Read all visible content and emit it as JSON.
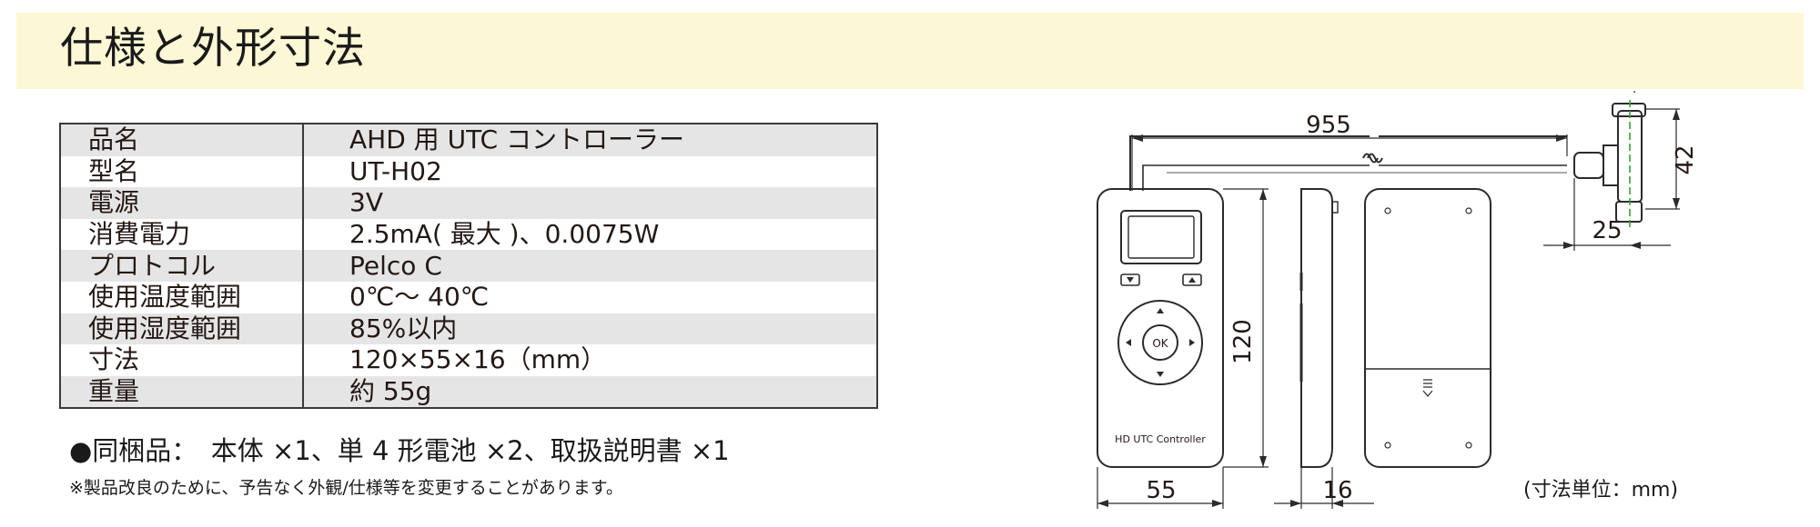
{
  "title": "仕様と外形寸法",
  "specs": [
    {
      "label": "品名",
      "value": "AHD 用 UTC コントローラー"
    },
    {
      "label": "型名",
      "value": "UT-H02"
    },
    {
      "label": "電源",
      "value": "3V"
    },
    {
      "label": "消費電力",
      "value": "2.5mA( 最大 )、0.0075W"
    },
    {
      "label": "プロトコル",
      "value": "Pelco C"
    },
    {
      "label": "使用温度範囲",
      "value": "0℃～ 40℃"
    },
    {
      "label": "使用湿度範囲",
      "value": "85%以内"
    },
    {
      "label": "寸法",
      "value": "120×55×16（mm）"
    },
    {
      "label": "重量",
      "value": "約 55g"
    }
  ],
  "package_contents": "●同梱品：　本体 ×1、単 4 形電池 ×2、取扱説明書 ×1",
  "note": "※製品改良のために、予告なく外観/仕様等を変更することがあります。",
  "drawing": {
    "cable_length": "955",
    "connector_height": "42",
    "connector_width": "25",
    "device_height": "120",
    "device_width": "55",
    "device_depth": "16",
    "ok_label": "OK",
    "device_label": "HD UTC Controller"
  },
  "unit_note": "(寸法単位：mm)"
}
